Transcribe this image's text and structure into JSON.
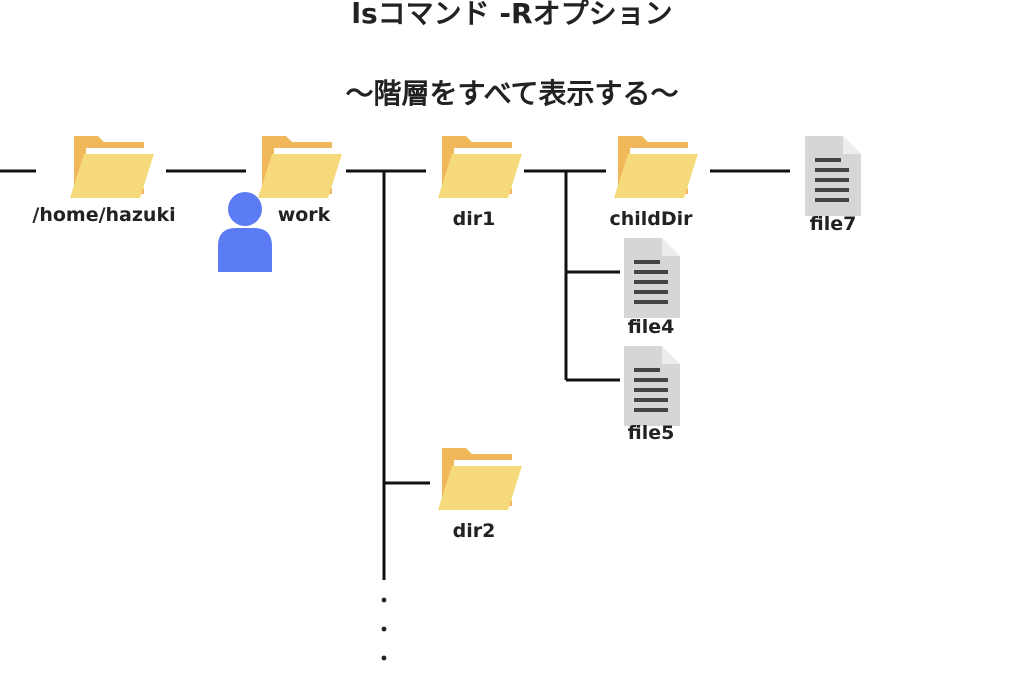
{
  "title": {
    "line1": "lsコマンド -Rオプション",
    "line2": "〜階層をすべて表示する〜"
  },
  "nodes": {
    "home": "/home/hazuki",
    "work": "work",
    "dir1": "dir1",
    "childDir": "childDir",
    "file7": "file7",
    "file4": "file4",
    "file5": "file5",
    "dir2": "dir2"
  },
  "continuation": "・\n・\n・",
  "icons": {
    "folder": "folder-icon",
    "file": "document-icon",
    "user": "user-icon"
  },
  "colors": {
    "folder_front": "#F5D97A",
    "folder_back": "#F0B85A",
    "file_body": "#D6D6D6",
    "file_fold": "#EDEDED",
    "file_lines": "#444444",
    "user": "#5B7CF5",
    "line": "#111111"
  }
}
